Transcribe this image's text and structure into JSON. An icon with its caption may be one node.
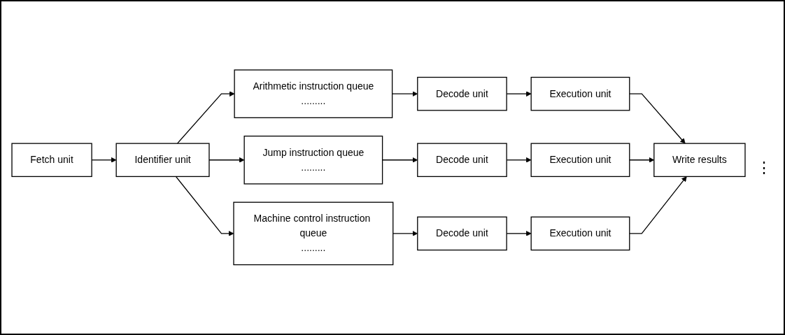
{
  "diagram": {
    "nodes": [
      {
        "text": [
          "Fetch unit"
        ]
      },
      {
        "text": [
          "Identifier unit"
        ]
      },
      {
        "text": [
          "Arithmetic instruction queue",
          "........."
        ]
      },
      {
        "text": [
          "Decode unit"
        ]
      },
      {
        "text": [
          "Execution unit"
        ]
      },
      {
        "text": [
          "Jump instruction queue",
          "........."
        ]
      },
      {
        "text": [
          "Decode unit"
        ]
      },
      {
        "text": [
          "Execution unit"
        ]
      },
      {
        "text": [
          "Machine control instruction queue",
          "........."
        ]
      },
      {
        "text": [
          "Decode unit"
        ]
      },
      {
        "text": [
          "Execution unit"
        ]
      },
      {
        "text": [
          "Write results"
        ]
      }
    ],
    "edges": [
      {
        "from": 0,
        "to": 1,
        "arrow": "to"
      },
      {
        "from": 1,
        "to": 2,
        "arrow": "to"
      },
      {
        "from": 1,
        "to": 5,
        "arrow": "to"
      },
      {
        "from": 1,
        "to": 8,
        "arrow": "to"
      },
      {
        "from": 2,
        "to": 3,
        "arrow": "to"
      },
      {
        "from": 3,
        "to": 4,
        "arrow": "to"
      },
      {
        "from": 4,
        "to": 11,
        "arrow": "to"
      },
      {
        "from": 5,
        "to": 6,
        "arrow": "to"
      },
      {
        "from": 6,
        "to": 7,
        "arrow": "to"
      },
      {
        "from": 7,
        "to": 11,
        "arrow": "to"
      },
      {
        "from": 8,
        "to": 9,
        "arrow": "to"
      },
      {
        "from": 9,
        "to": 10,
        "arrow": "to"
      },
      {
        "from": 10,
        "to": 11,
        "arrow": "to"
      }
    ],
    "labels": [
      "⋮"
    ]
  }
}
